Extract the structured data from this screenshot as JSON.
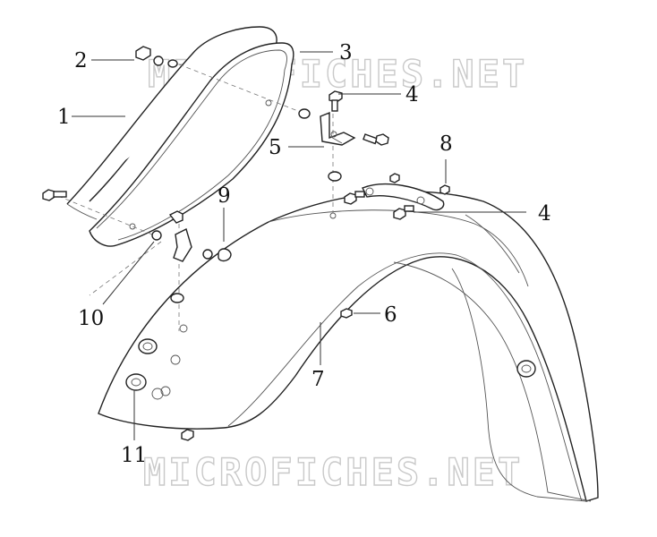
{
  "watermark": {
    "text_top": "MICROFICHES.NET",
    "text_bottom": "MICROFICHES.NET"
  },
  "callouts": [
    {
      "id": "c1",
      "label": "1"
    },
    {
      "id": "c2",
      "label": "2"
    },
    {
      "id": "c3",
      "label": "3"
    },
    {
      "id": "c4a",
      "label": "4"
    },
    {
      "id": "c4b",
      "label": "4"
    },
    {
      "id": "c5",
      "label": "5"
    },
    {
      "id": "c6",
      "label": "6"
    },
    {
      "id": "c7",
      "label": "7"
    },
    {
      "id": "c8",
      "label": "8"
    },
    {
      "id": "c9",
      "label": "9"
    },
    {
      "id": "c10",
      "label": "10"
    },
    {
      "id": "c11",
      "label": "11"
    }
  ]
}
